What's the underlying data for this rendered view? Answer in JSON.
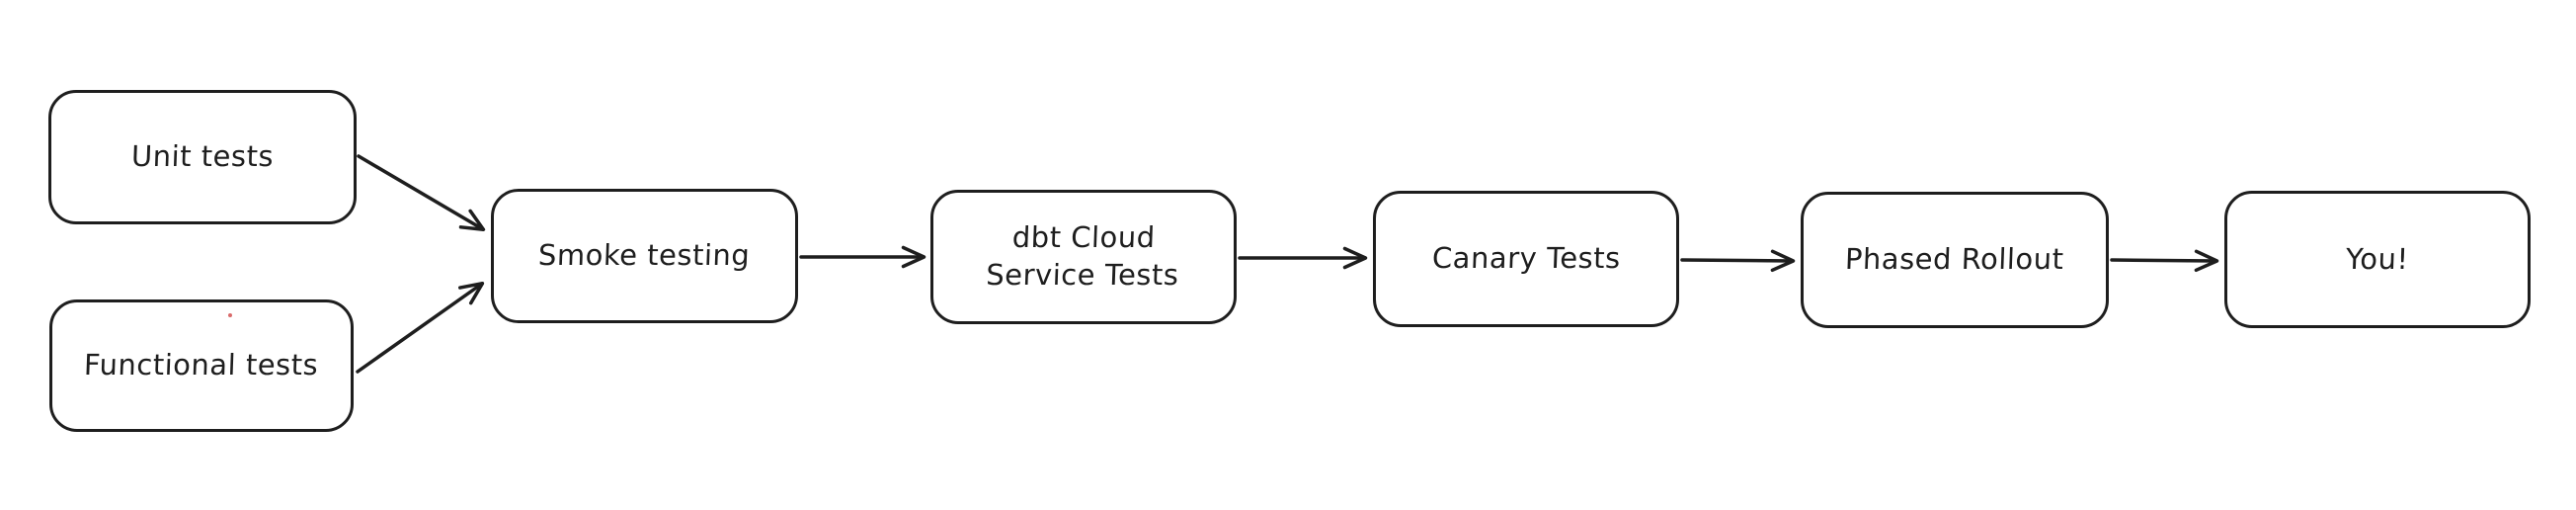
{
  "canvas": {
    "background_color": "#ffffff",
    "stroke_color": "#1e1e1e",
    "node_fill_color": "#ffffff",
    "stray_dot_color": "#d96b6b"
  },
  "diagram": {
    "type": "flowchart",
    "nodes": [
      {
        "id": "unit-tests",
        "label": "Unit tests"
      },
      {
        "id": "functional-tests",
        "label": "Functional tests"
      },
      {
        "id": "smoke-testing",
        "label": "Smoke testing"
      },
      {
        "id": "dbt-cloud-service-tests",
        "label": "dbt Cloud\nService Tests"
      },
      {
        "id": "canary-tests",
        "label": "Canary Tests"
      },
      {
        "id": "phased-rollout",
        "label": "Phased Rollout"
      },
      {
        "id": "you",
        "label": "You!"
      }
    ],
    "edges": [
      {
        "from": "unit-tests",
        "to": "smoke-testing"
      },
      {
        "from": "functional-tests",
        "to": "smoke-testing"
      },
      {
        "from": "smoke-testing",
        "to": "dbt-cloud-service-tests"
      },
      {
        "from": "dbt-cloud-service-tests",
        "to": "canary-tests"
      },
      {
        "from": "canary-tests",
        "to": "phased-rollout"
      },
      {
        "from": "phased-rollout",
        "to": "you"
      }
    ]
  }
}
